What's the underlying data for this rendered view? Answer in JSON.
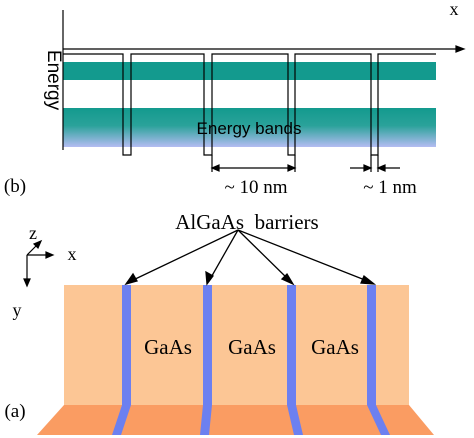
{
  "panel_a": {
    "letter": "(a)",
    "slab_labels": [
      "GaAs",
      "GaAs",
      "GaAs"
    ],
    "barriers_label": "AlGaAs  barriers",
    "axes": {
      "x": "x",
      "y": "y",
      "z": "z"
    },
    "colors": {
      "slab_top": "#fcc695",
      "slab_front": "#fa9c62",
      "barrier": "#6c80f0"
    }
  },
  "panel_b": {
    "letter": "(b)",
    "y_axis_label": "Energy",
    "x_axis_label": "x",
    "bands_label": "Energy bands",
    "well_dim": "~ 10 nm",
    "barrier_dim": "~ 1 nm",
    "colors": {
      "band": "#139a8e",
      "band_light": "#a9b4f0"
    }
  }
}
